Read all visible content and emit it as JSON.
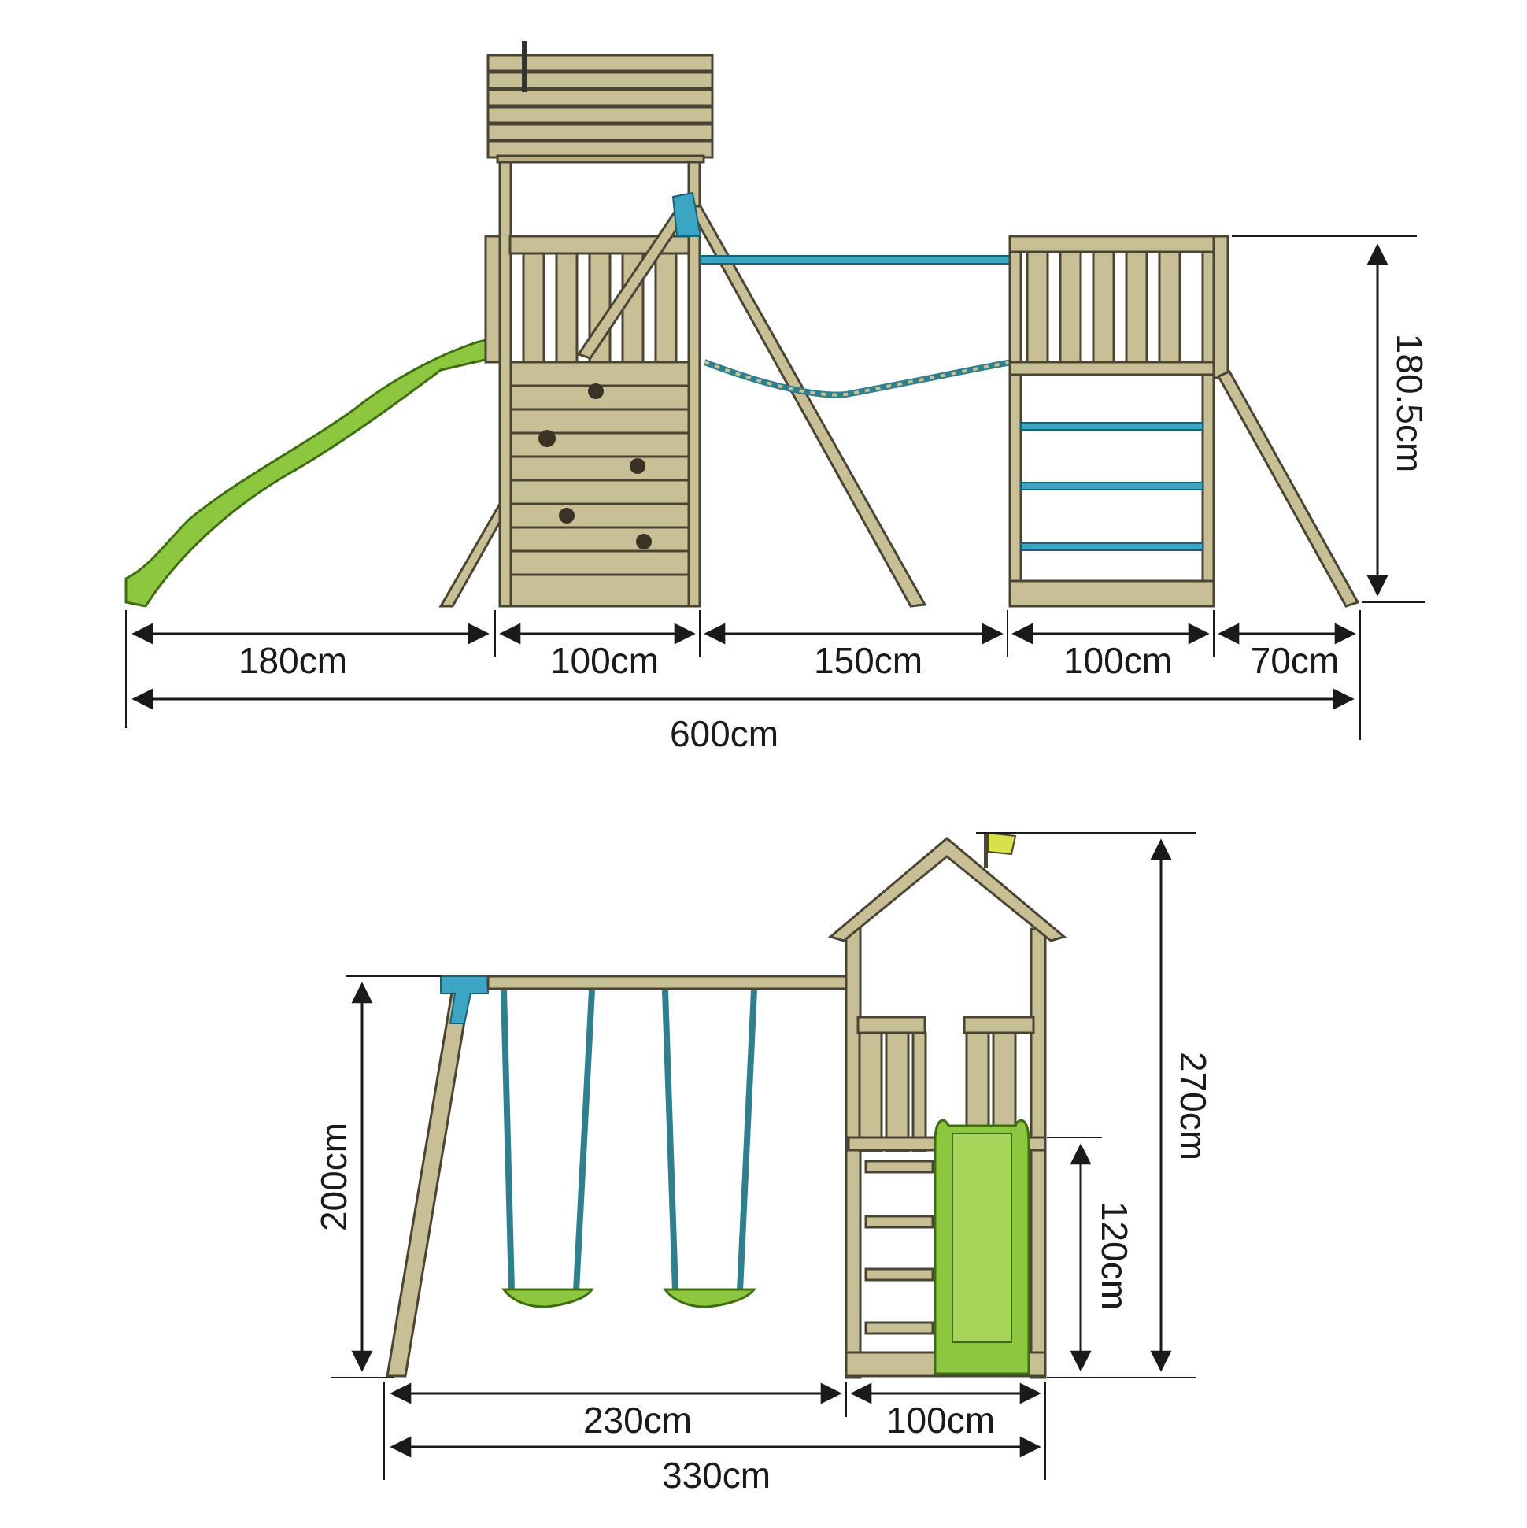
{
  "top_view": {
    "dims": {
      "slide": "180cm",
      "tower": "100cm",
      "bridge": "150cm",
      "platform": "100cm",
      "ramp": "70cm",
      "total": "600cm",
      "height": "180.5cm"
    }
  },
  "side_view": {
    "dims": {
      "swing_width": "230cm",
      "tower_width": "100cm",
      "total_width": "330cm",
      "swing_height": "200cm",
      "platform_height": "120cm",
      "total_height": "270cm"
    }
  },
  "colors": {
    "wood": "#c8bf95",
    "slide": "#8dc63f",
    "accent_blue": "#3aa6c4"
  }
}
